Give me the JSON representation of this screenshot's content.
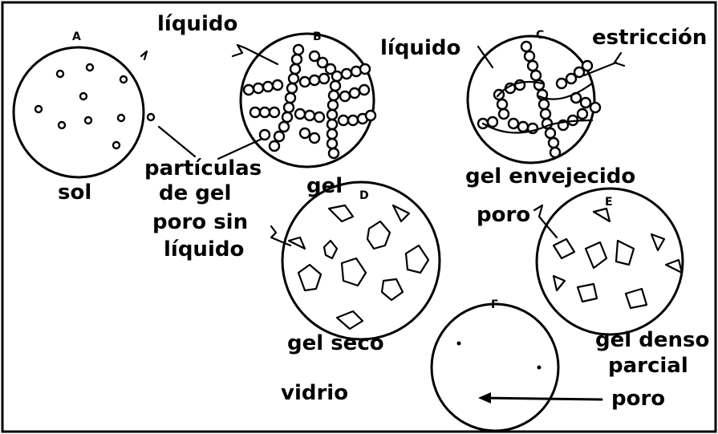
{
  "panels": {
    "a": {
      "tag": "A",
      "caption": "sol"
    },
    "b": {
      "tag": "B",
      "caption": "gel"
    },
    "c": {
      "tag": "C",
      "caption": "gel envejecido"
    },
    "d": {
      "tag": "D",
      "caption": "gel seco"
    },
    "e": {
      "tag": "E",
      "caption_line1": "gel denso",
      "caption_line2": "parcial"
    },
    "f": {
      "tag": "F",
      "caption": "vidrio"
    }
  },
  "labels": {
    "liquido_b": "líquido",
    "liquido_c": "líquido",
    "estriccion": "estricción",
    "particulas_line1": "partículas",
    "particulas_line2": "de gel",
    "poro_sin_line1": "poro sin",
    "poro_sin_line2": "líquido",
    "poro_e": "poro",
    "poro_f": "poro"
  },
  "colors": {
    "ink": "#000000",
    "background": "#ffffff"
  }
}
